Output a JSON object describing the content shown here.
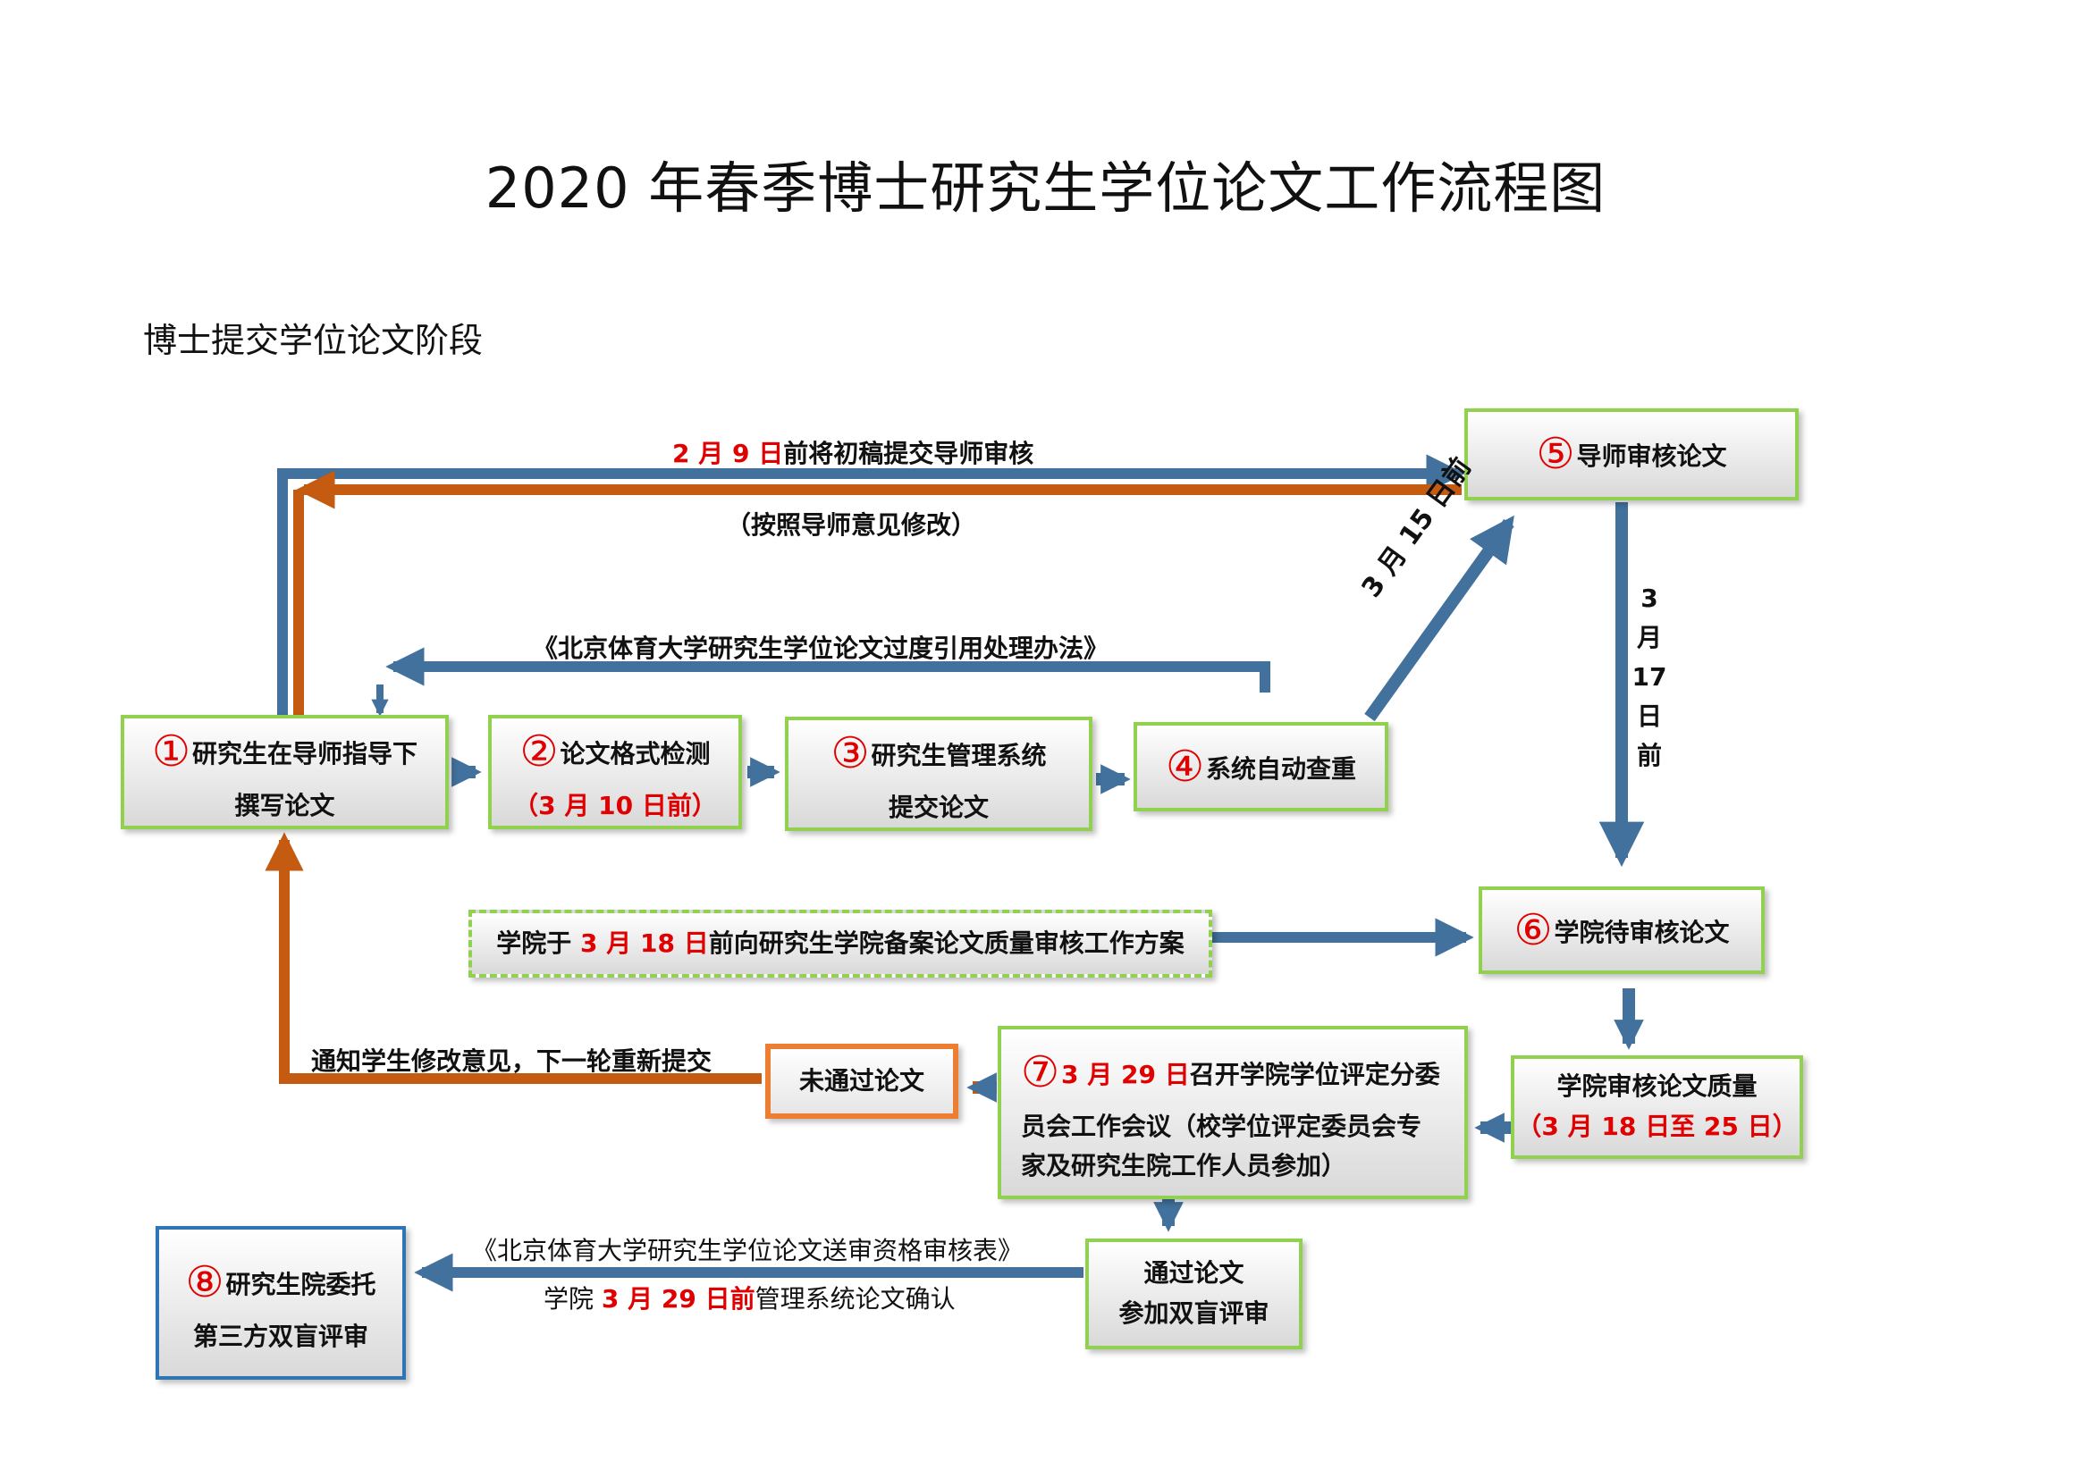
{
  "title": "2020 年春季博士研究生学位论文工作流程图",
  "section": "博士提交学位论文阶段",
  "steps": {
    "s1": {
      "num": "①",
      "l1": "研究生在导师指导下",
      "l2": "撰写论文"
    },
    "s2": {
      "num": "②",
      "l1": "论文格式检测",
      "l2": "（3 月 10 日前）"
    },
    "s3": {
      "num": "③",
      "l1": "研究生管理系统",
      "l2": "提交论文"
    },
    "s4": {
      "num": "④",
      "l1": "系统自动查重"
    },
    "s5": {
      "num": "⑤",
      "l1": "导师审核论文"
    },
    "s6": {
      "num": "⑥",
      "l1": "学院待审核论文"
    },
    "s7": {
      "num": "⑦",
      "date": "3 月 29 日",
      "l1": "召开学院学位评定分委",
      "l2": "员会工作会议（校学位评定委员会专",
      "l3": "家及研究生院工作人员参加）"
    },
    "s8": {
      "num": "⑧",
      "l1": "研究生院委托",
      "l2": "第三方双盲评审"
    },
    "quality": {
      "l1": "学院审核论文质量",
      "l2": "（3 月 18 日至 25 日）"
    },
    "fail": {
      "l1": "未通过论文"
    },
    "pass": {
      "l1": "通过论文",
      "l2": "参加双盲评审"
    },
    "scheme": {
      "pre": "学院于 ",
      "date": "3 月 18 日",
      "post": "前向研究生学院备案论文质量审核工作方案"
    }
  },
  "labels": {
    "top_date": "2 月 9 日",
    "top_rest": "前将初稿提交导师审核",
    "revise": "（按照导师意见修改）",
    "regulation": "《北京体育大学研究生学位论文过度引用处理办法》",
    "diag_date": "3 月 15 日前",
    "v": [
      "3",
      "月",
      "17",
      "日",
      "前"
    ],
    "notify": "通知学生修改意见，下一轮重新提交",
    "form": "《北京体育大学研究生学位论文送审资格审核表》",
    "confirm_pre": "学院 ",
    "confirm_date": "3 月 29 日前",
    "confirm_post": "管理系统论文确认"
  },
  "colors": {
    "blue": "#41719c",
    "orange": "#c55a11",
    "green": "#92d050",
    "red": "#e00000"
  }
}
